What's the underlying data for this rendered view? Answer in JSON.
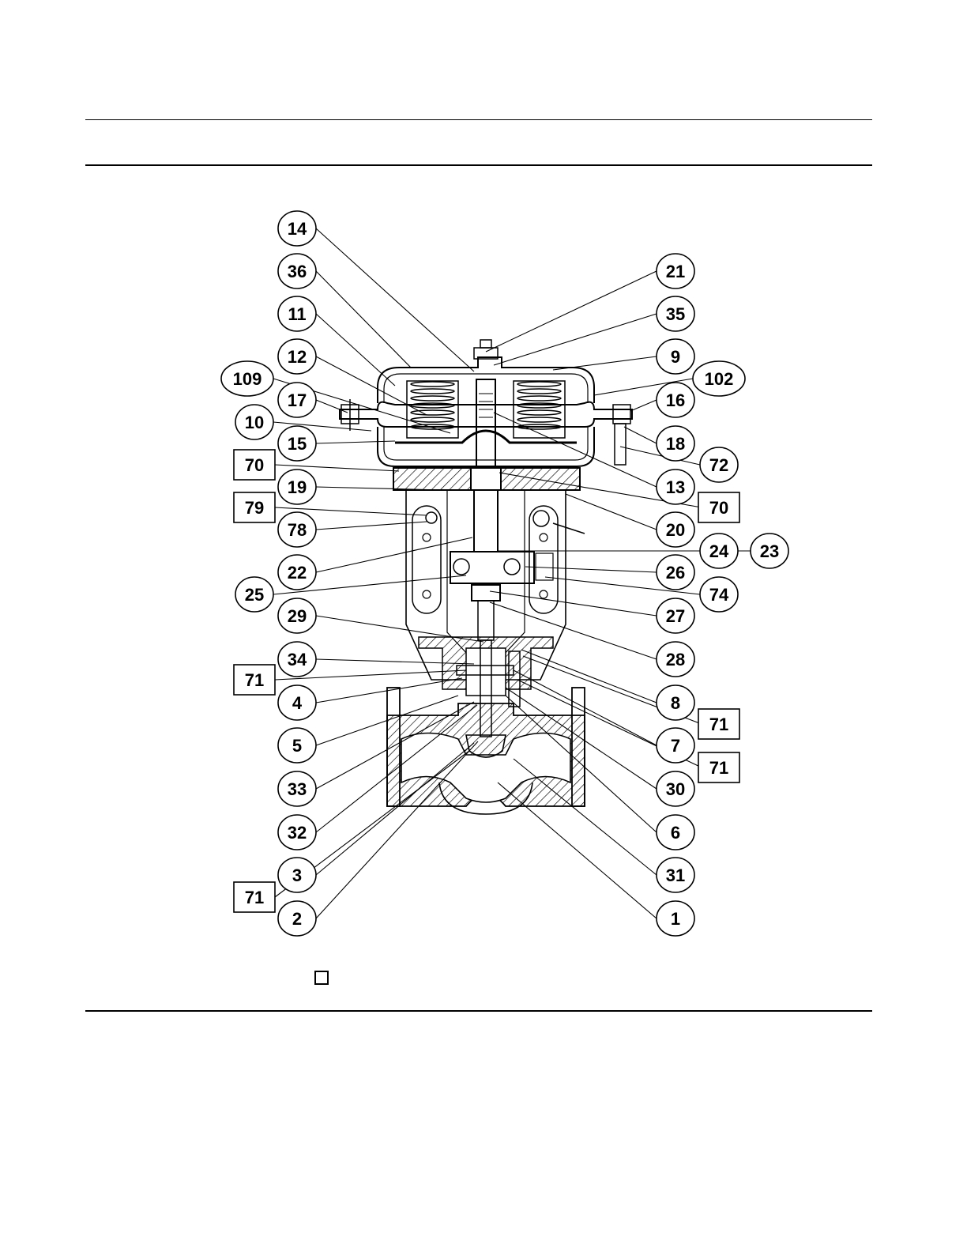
{
  "diagram": {
    "callouts_left": [
      {
        "id": "c14",
        "label": "14",
        "shape": "circle"
      },
      {
        "id": "c36",
        "label": "36",
        "shape": "circle"
      },
      {
        "id": "c11",
        "label": "11",
        "shape": "circle"
      },
      {
        "id": "c12",
        "label": "12",
        "shape": "circle"
      },
      {
        "id": "c109",
        "label": "109",
        "shape": "circle"
      },
      {
        "id": "c17",
        "label": "17",
        "shape": "circle"
      },
      {
        "id": "c10",
        "label": "10",
        "shape": "circle"
      },
      {
        "id": "c15",
        "label": "15",
        "shape": "circle"
      },
      {
        "id": "b70a",
        "label": "70",
        "shape": "box"
      },
      {
        "id": "c19",
        "label": "19",
        "shape": "circle"
      },
      {
        "id": "b79",
        "label": "79",
        "shape": "box"
      },
      {
        "id": "c78",
        "label": "78",
        "shape": "circle"
      },
      {
        "id": "c22",
        "label": "22",
        "shape": "circle"
      },
      {
        "id": "c25",
        "label": "25",
        "shape": "circle"
      },
      {
        "id": "c29",
        "label": "29",
        "shape": "circle"
      },
      {
        "id": "c34",
        "label": "34",
        "shape": "circle"
      },
      {
        "id": "b71a",
        "label": "71",
        "shape": "box"
      },
      {
        "id": "c4",
        "label": "4",
        "shape": "circle"
      },
      {
        "id": "c5",
        "label": "5",
        "shape": "circle"
      },
      {
        "id": "c33",
        "label": "33",
        "shape": "circle"
      },
      {
        "id": "c32",
        "label": "32",
        "shape": "circle"
      },
      {
        "id": "c3",
        "label": "3",
        "shape": "circle"
      },
      {
        "id": "b71d",
        "label": "71",
        "shape": "box"
      },
      {
        "id": "c2",
        "label": "2",
        "shape": "circle"
      }
    ],
    "callouts_right": [
      {
        "id": "c21",
        "label": "21",
        "shape": "circle"
      },
      {
        "id": "c35",
        "label": "35",
        "shape": "circle"
      },
      {
        "id": "c9",
        "label": "9",
        "shape": "circle"
      },
      {
        "id": "c102",
        "label": "102",
        "shape": "circle"
      },
      {
        "id": "c16",
        "label": "16",
        "shape": "circle"
      },
      {
        "id": "c18",
        "label": "18",
        "shape": "circle"
      },
      {
        "id": "c72",
        "label": "72",
        "shape": "circle"
      },
      {
        "id": "c13",
        "label": "13",
        "shape": "circle"
      },
      {
        "id": "b70b",
        "label": "70",
        "shape": "box"
      },
      {
        "id": "c20",
        "label": "20",
        "shape": "circle"
      },
      {
        "id": "c24",
        "label": "24",
        "shape": "circle"
      },
      {
        "id": "c23",
        "label": "23",
        "shape": "circle"
      },
      {
        "id": "c26",
        "label": "26",
        "shape": "circle"
      },
      {
        "id": "c74",
        "label": "74",
        "shape": "circle"
      },
      {
        "id": "c27",
        "label": "27",
        "shape": "circle"
      },
      {
        "id": "c28",
        "label": "28",
        "shape": "circle"
      },
      {
        "id": "c8",
        "label": "8",
        "shape": "circle"
      },
      {
        "id": "b71b",
        "label": "71",
        "shape": "box"
      },
      {
        "id": "c7",
        "label": "7",
        "shape": "circle"
      },
      {
        "id": "b71c",
        "label": "71",
        "shape": "box"
      },
      {
        "id": "c30",
        "label": "30",
        "shape": "circle"
      },
      {
        "id": "c6",
        "label": "6",
        "shape": "circle"
      },
      {
        "id": "c31",
        "label": "31",
        "shape": "circle"
      },
      {
        "id": "c1",
        "label": "1",
        "shape": "circle"
      }
    ]
  }
}
